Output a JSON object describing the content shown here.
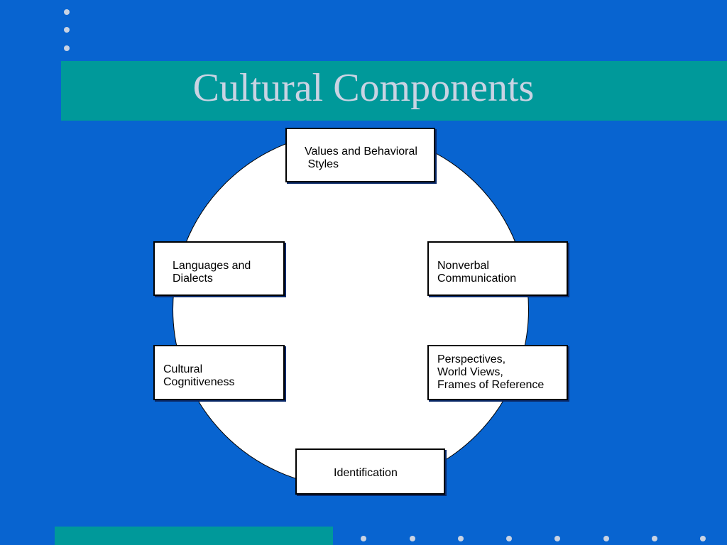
{
  "slide": {
    "title": "Cultural Components"
  },
  "diagram": {
    "nodes": [
      {
        "id": "values",
        "label": "Values and Behavioral\n Styles"
      },
      {
        "id": "languages",
        "label": "Languages and\nDialects"
      },
      {
        "id": "nonverbal",
        "label": "Nonverbal\nCommunication"
      },
      {
        "id": "cognitiveness",
        "label": "Cultural\nCognitiveness"
      },
      {
        "id": "perspectives",
        "label": "Perspectives,\nWorld Views,\nFrames of Reference"
      },
      {
        "id": "identification",
        "label": "Identification"
      }
    ]
  },
  "colors": {
    "background": "#0864d0",
    "band": "#00999a",
    "title_text": "#c9d3e3",
    "node_fill": "#ffffff",
    "node_border": "#000000"
  }
}
